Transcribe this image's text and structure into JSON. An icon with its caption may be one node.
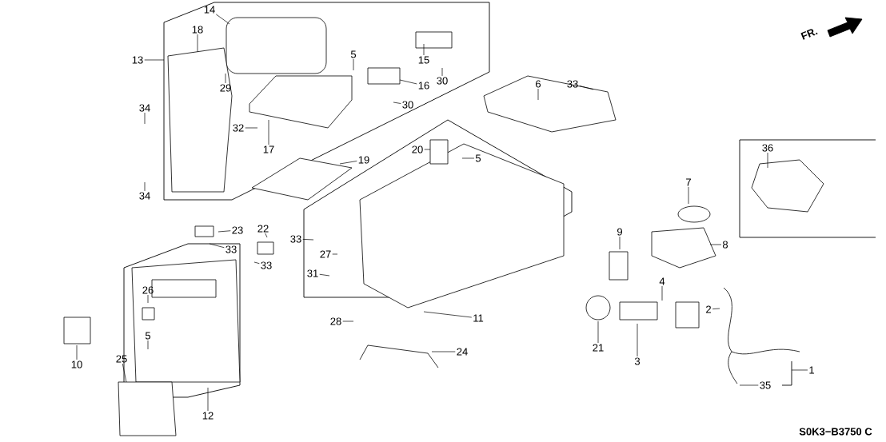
{
  "diagram": {
    "nodes": [
      {
        "text": [
          "14"
        ]
      },
      {
        "text": [
          "18"
        ]
      },
      {
        "text": [
          "13"
        ]
      },
      {
        "text": [
          "5"
        ]
      },
      {
        "text": [
          "15"
        ]
      },
      {
        "text": [
          "30"
        ]
      },
      {
        "text": [
          "29"
        ]
      },
      {
        "text": [
          "16"
        ]
      },
      {
        "text": [
          "6"
        ]
      },
      {
        "text": [
          "33"
        ]
      },
      {
        "text": [
          "34"
        ]
      },
      {
        "text": [
          "30"
        ]
      },
      {
        "text": [
          "32"
        ]
      },
      {
        "text": [
          "17"
        ]
      },
      {
        "text": [
          "20"
        ]
      },
      {
        "text": [
          "5"
        ]
      },
      {
        "text": [
          "36"
        ]
      },
      {
        "text": [
          "19"
        ]
      },
      {
        "text": [
          "7"
        ]
      },
      {
        "text": [
          "34"
        ]
      },
      {
        "text": [
          "23"
        ]
      },
      {
        "text": [
          "22"
        ]
      },
      {
        "text": [
          "9"
        ]
      },
      {
        "text": [
          "33"
        ]
      },
      {
        "text": [
          "8"
        ]
      },
      {
        "text": [
          "33"
        ]
      },
      {
        "text": [
          "27"
        ]
      },
      {
        "text": [
          "33"
        ]
      },
      {
        "text": [
          "31"
        ]
      },
      {
        "text": [
          "4"
        ]
      },
      {
        "text": [
          "26"
        ]
      },
      {
        "text": [
          "2"
        ]
      },
      {
        "text": [
          "11"
        ]
      },
      {
        "text": [
          "28"
        ]
      },
      {
        "text": [
          "5"
        ]
      },
      {
        "text": [
          "21"
        ]
      },
      {
        "text": [
          "24"
        ]
      },
      {
        "text": [
          "25"
        ]
      },
      {
        "text": [
          "3"
        ]
      },
      {
        "text": [
          "10"
        ]
      },
      {
        "text": [
          "1"
        ]
      },
      {
        "text": [
          "35"
        ]
      },
      {
        "text": [
          "12"
        ]
      }
    ],
    "edges": [
      {
        "from": 0,
        "to": null,
        "arrow": "none"
      },
      {
        "from": 1,
        "to": null,
        "arrow": "none"
      },
      {
        "from": 2,
        "to": null,
        "arrow": "none"
      },
      {
        "from": 3,
        "to": null,
        "arrow": "none"
      },
      {
        "from": 4,
        "to": null,
        "arrow": "none"
      },
      {
        "from": 5,
        "to": null,
        "arrow": "none"
      },
      {
        "from": 6,
        "to": null,
        "arrow": "none"
      },
      {
        "from": 7,
        "to": null,
        "arrow": "none"
      },
      {
        "from": 8,
        "to": null,
        "arrow": "none"
      },
      {
        "from": 9,
        "to": null,
        "arrow": "none"
      },
      {
        "from": 10,
        "to": null,
        "arrow": "none"
      },
      {
        "from": 11,
        "to": null,
        "arrow": "none"
      },
      {
        "from": 12,
        "to": null,
        "arrow": "none"
      },
      {
        "from": 13,
        "to": null,
        "arrow": "none"
      },
      {
        "from": 14,
        "to": null,
        "arrow": "none"
      },
      {
        "from": 15,
        "to": null,
        "arrow": "none"
      },
      {
        "from": 16,
        "to": null,
        "arrow": "none"
      },
      {
        "from": 17,
        "to": null,
        "arrow": "none"
      },
      {
        "from": 18,
        "to": null,
        "arrow": "none"
      },
      {
        "from": 19,
        "to": null,
        "arrow": "none"
      },
      {
        "from": 20,
        "to": null,
        "arrow": "none"
      },
      {
        "from": 21,
        "to": null,
        "arrow": "none"
      },
      {
        "from": 22,
        "to": null,
        "arrow": "none"
      },
      {
        "from": 23,
        "to": null,
        "arrow": "none"
      },
      {
        "from": 24,
        "to": null,
        "arrow": "none"
      },
      {
        "from": 25,
        "to": null,
        "arrow": "none"
      },
      {
        "from": 26,
        "to": null,
        "arrow": "none"
      },
      {
        "from": 27,
        "to": null,
        "arrow": "none"
      },
      {
        "from": 28,
        "to": null,
        "arrow": "none"
      },
      {
        "from": 29,
        "to": null,
        "arrow": "none"
      },
      {
        "from": 30,
        "to": null,
        "arrow": "none"
      },
      {
        "from": 31,
        "to": null,
        "arrow": "none"
      },
      {
        "from": 32,
        "to": null,
        "arrow": "none"
      },
      {
        "from": 33,
        "to": null,
        "arrow": "none"
      },
      {
        "from": 34,
        "to": null,
        "arrow": "none"
      },
      {
        "from": 35,
        "to": null,
        "arrow": "none"
      },
      {
        "from": 36,
        "to": null,
        "arrow": "none"
      },
      {
        "from": 37,
        "to": null,
        "arrow": "none"
      },
      {
        "from": 38,
        "to": null,
        "arrow": "none"
      },
      {
        "from": 39,
        "to": null,
        "arrow": "none"
      },
      {
        "from": 40,
        "to": null,
        "arrow": "none"
      },
      {
        "from": 41,
        "to": null,
        "arrow": "none"
      },
      {
        "from": 42,
        "to": null,
        "arrow": "none"
      }
    ],
    "labels": [
      "FR.",
      "S0K3−B3750 C"
    ]
  }
}
